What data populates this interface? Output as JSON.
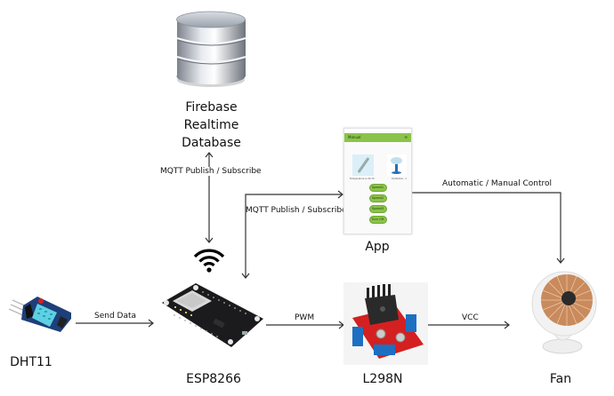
{
  "nodes": {
    "database": {
      "label": "Firebase\nRealtime\nDatabase",
      "lines": [
        "Firebase",
        "Realtime",
        "Database"
      ],
      "icon": "database-icon"
    },
    "app": {
      "label": "App",
      "icon": "mobile-app-screenshot",
      "screen": {
        "header": "Manual",
        "temperature_text": "Temperature is 30.70",
        "fan_status_text": "FanStatus : 1",
        "buttons": [
          "Speed1",
          "Speed2",
          "Speed3",
          "Turn Off"
        ],
        "accent": "#8bc34a"
      }
    },
    "sensor": {
      "label": "DHT11",
      "icon": "dht11-sensor-icon"
    },
    "mcu": {
      "label": "ESP8266",
      "icon": "esp8266-board-icon"
    },
    "driver": {
      "label": "L298N",
      "icon": "l298n-driver-icon"
    },
    "fan": {
      "label": "Fan",
      "icon": "fan-icon"
    },
    "wifi": {
      "icon": "wifi-icon"
    }
  },
  "edges": {
    "db_esp": {
      "label": "MQTT Publish / Subscribe",
      "direction": "bidirectional"
    },
    "esp_app": {
      "label": "MQTT Publish / Subscribe",
      "direction": "bidirectional"
    },
    "app_fan": {
      "label": "Automatic / Manual Control",
      "direction": "forward"
    },
    "sensor_esp": {
      "label": "Send Data",
      "direction": "forward"
    },
    "esp_driver": {
      "label": "PWM",
      "direction": "forward"
    },
    "driver_fan": {
      "label": "VCC",
      "direction": "forward"
    }
  }
}
